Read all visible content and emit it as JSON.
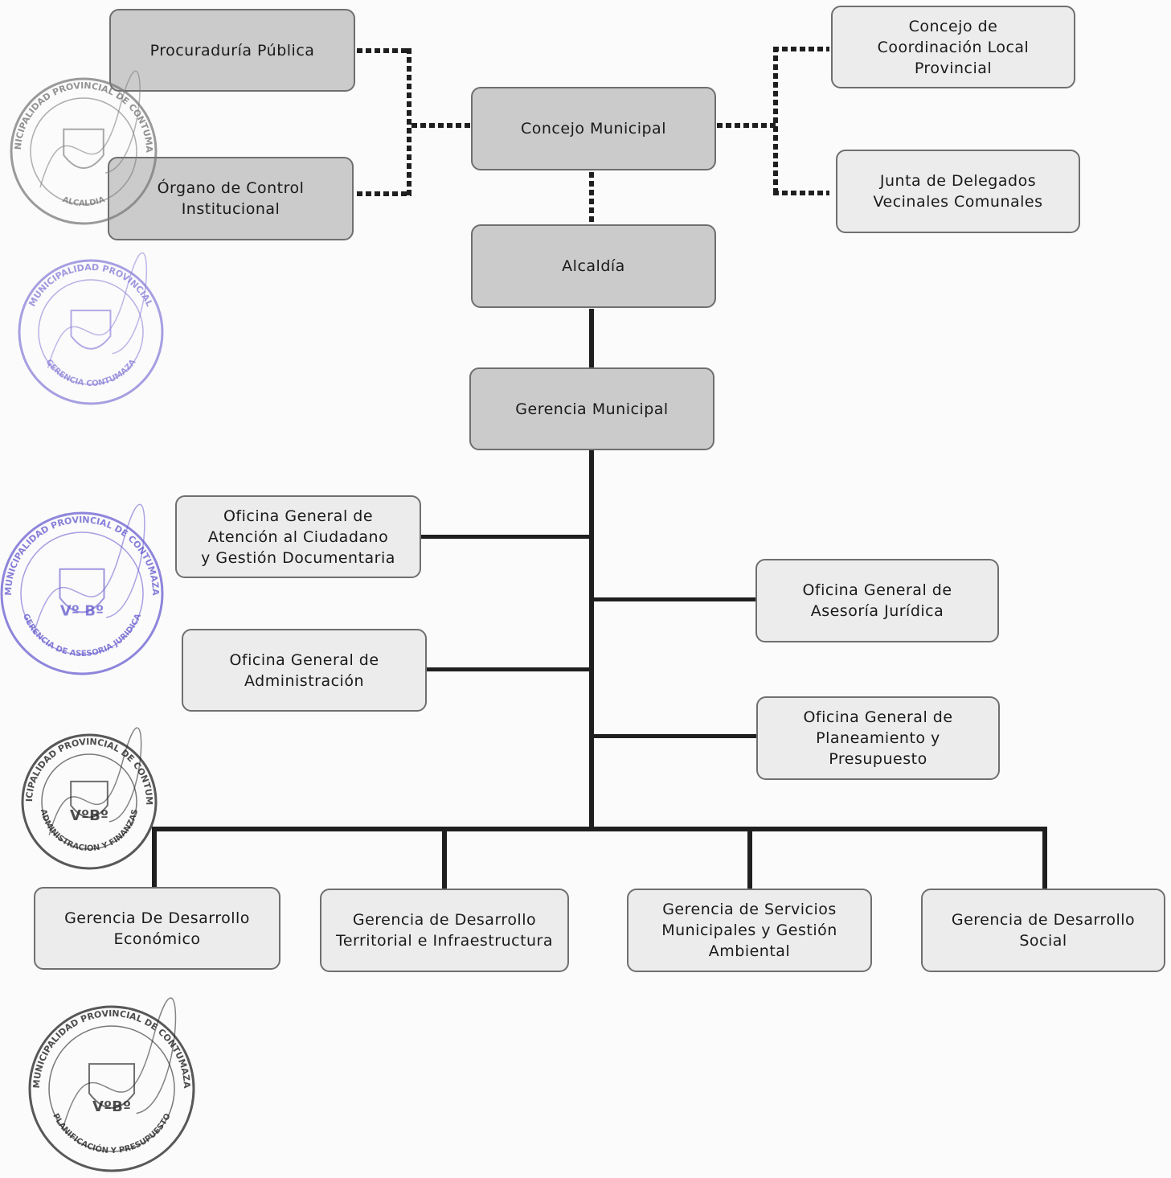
{
  "nodes": {
    "procuraduria": "Procuraduría Pública",
    "organo_control": "Órgano de Control\nInstitucional",
    "concejo_municipal": "Concejo Municipal",
    "concejo_coordinacion": "Concejo de\nCoordinación Local\nProvincial",
    "junta_delegados": "Junta de Delegados\nVecinales Comunales",
    "alcaldia": "Alcaldía",
    "gerencia_municipal": "Gerencia Municipal",
    "of_atencion": "Oficina General de\nAtención al Ciudadano\ny Gestión Documentaria",
    "of_asesoria": "Oficina General de\nAsesoría Jurídica",
    "of_administracion": "Oficina General de\nAdministración",
    "of_planeamiento": "Oficina General de\nPlaneamiento y\nPresupuesto",
    "ger_economico": "Gerencia De Desarrollo\nEconómico",
    "ger_territorial": "Gerencia de Desarrollo\nTerritorial e Infraestructura",
    "ger_servicios": "Gerencia de Servicios\nMunicipales y Gestión\nAmbiental",
    "ger_social": "Gerencia de Desarrollo\nSocial"
  },
  "stamps": [
    {
      "top": "MUNICIPALIDAD PROVINCIAL DE CONTUMAZA",
      "bottom": "ALCALDIA",
      "color": "#7a7a7a"
    },
    {
      "top": "MUNICIPALIDAD PROVINCIAL",
      "bottom": "GERENCIA CONTUMAZA",
      "color": "#8a80d8"
    },
    {
      "top": "MUNICIPALIDAD PROVINCIAL DE CONTUMAZA",
      "bottom": "GERENCIA DE ASESORIA JURIDICA",
      "mark": "Vº Bº",
      "color": "#6a5fd0"
    },
    {
      "top": "MUNICIPALIDAD PROVINCIAL DE CONTUMAZA",
      "bottom": "ADMINISTRACION Y FINANZAS",
      "mark": "VºBº",
      "color": "#222222"
    },
    {
      "top": "MUNICIPALIDAD PROVINCIAL DE CONTUMAZA",
      "bottom": "PLANIFICACIÓN Y PRESUPUESTO",
      "mark": "VºBº",
      "color": "#222222"
    }
  ],
  "colors": {
    "dark_box": "#cbcbcb",
    "light_box": "#ececec",
    "connector": "#1f1f1f"
  }
}
